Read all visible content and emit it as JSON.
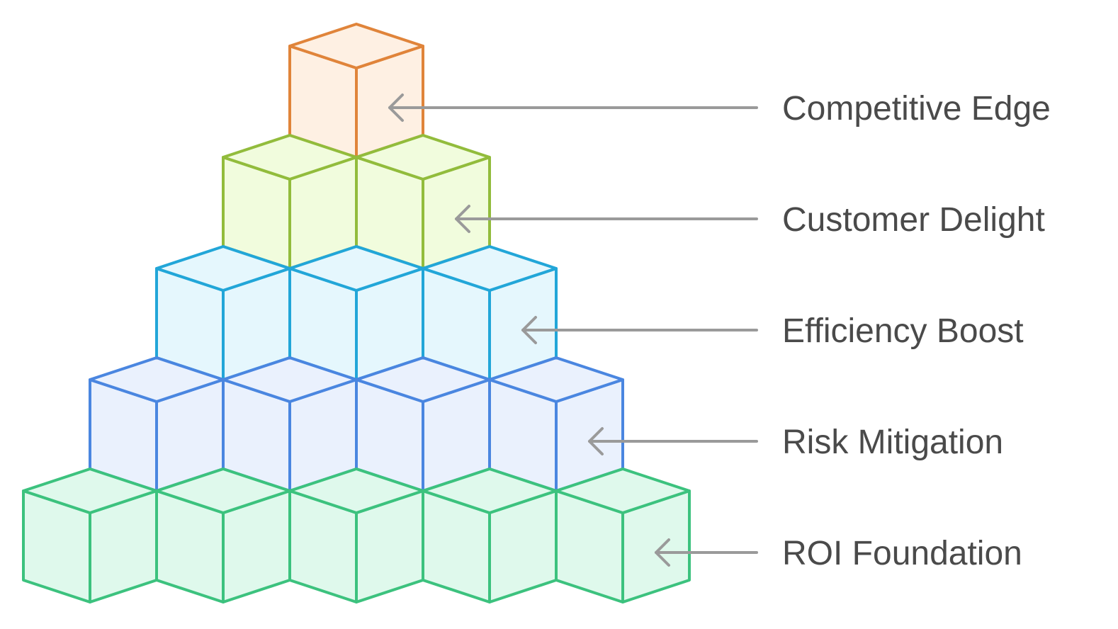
{
  "diagram": {
    "type": "cube-pyramid",
    "arrow_color": "#9a9a9a",
    "label_color": "#4a4a4a",
    "tiers": [
      {
        "label": "Competitive Edge",
        "cubes": 1,
        "stroke": "#E0843A",
        "fill": "#FEF0E3"
      },
      {
        "label": "Customer Delight",
        "cubes": 2,
        "stroke": "#92BC3C",
        "fill": "#F1FCDD"
      },
      {
        "label": "Efficiency Boost",
        "cubes": 3,
        "stroke": "#22A6D8",
        "fill": "#E5F7FD"
      },
      {
        "label": "Risk Mitigation",
        "cubes": 4,
        "stroke": "#4A86E0",
        "fill": "#EAF1FD"
      },
      {
        "label": "ROI Foundation",
        "cubes": 5,
        "stroke": "#3CC27E",
        "fill": "#DFF9EC"
      }
    ]
  }
}
